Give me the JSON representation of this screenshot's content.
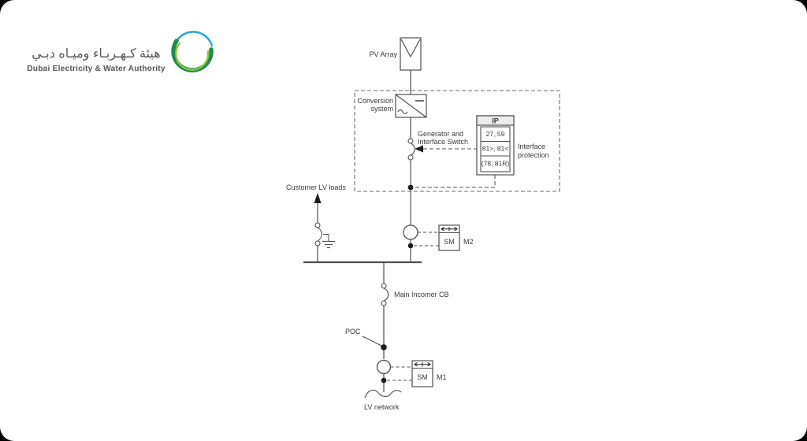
{
  "logo": {
    "arabic_title": "هيئة كـهـربـاء وميـاه دبـي",
    "english_title": "Dubai Electricity & Water Authority"
  },
  "diagram": {
    "pv_array_label": "PV Array",
    "conversion": {
      "line1": "Conversion",
      "line2": "system"
    },
    "generator_switch": {
      "line1": "Generator and",
      "line2": "Interface Switch"
    },
    "ip": {
      "header": "IP",
      "cells": [
        "27, 59",
        "81>, 81<",
        "(78, 81R)"
      ]
    },
    "interface_protection": {
      "line1": "Interface",
      "line2": "protection"
    },
    "customer_lv_loads_label": "Customer LV loads",
    "meter_m2": {
      "box_label": "SM",
      "id": "M2"
    },
    "main_incomer_cb_label": "Main Incomer CB",
    "poc_label": "POC",
    "meter_m1": {
      "box_label": "SM",
      "id": "M1"
    },
    "lv_network_label": "LV network"
  },
  "colors": {
    "line": "#4f4f4f",
    "node": "#1c1c1c",
    "text": "#3a3a3a",
    "logo_green_dark": "#1f8a4c",
    "logo_green_light": "#8dc63f",
    "logo_blue": "#30a8dd",
    "logo_pink": "#e8537a"
  }
}
